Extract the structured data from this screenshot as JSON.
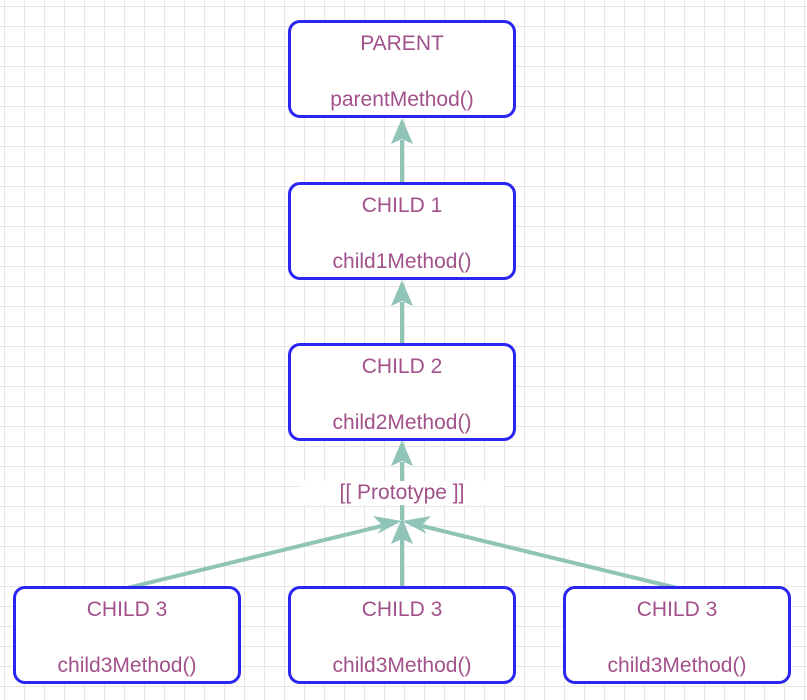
{
  "nodes": {
    "parent": {
      "title": "PARENT",
      "method": "parentMethod()"
    },
    "child1": {
      "title": "CHILD 1",
      "method": "child1Method()"
    },
    "child2": {
      "title": "CHILD 2",
      "method": "child2Method()"
    },
    "child3_left": {
      "title": "CHILD 3",
      "method": "child3Method()"
    },
    "child3_center": {
      "title": "CHILD 3",
      "method": "child3Method()"
    },
    "child3_right": {
      "title": "CHILD 3",
      "method": "child3Method()"
    }
  },
  "edge_label": "[[ Prototype ]]",
  "colors": {
    "node_border": "#2b25f2",
    "node_text": "#a2518a",
    "arrow": "#8fc4b7",
    "grid": "#e6e6e6"
  }
}
